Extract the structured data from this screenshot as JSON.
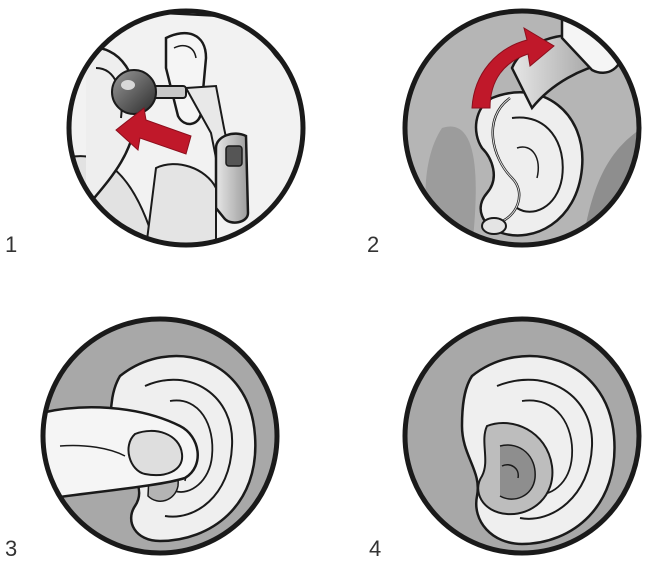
{
  "steps": [
    {
      "number": "1",
      "scene": "insert-receiver-into-dome"
    },
    {
      "number": "2",
      "scene": "place-hearing-aid-behind-ear"
    },
    {
      "number": "3",
      "scene": "push-dome-into-ear-canal"
    },
    {
      "number": "4",
      "scene": "dome-fitted-in-ear"
    }
  ],
  "colors": {
    "arrow": "#c0182a",
    "outline": "#1a1a1a",
    "skin_light": "#f1f1f1",
    "skin_mid": "#d4d4d4",
    "shadow": "#8a8a8a",
    "device": "#bdbdbd"
  }
}
